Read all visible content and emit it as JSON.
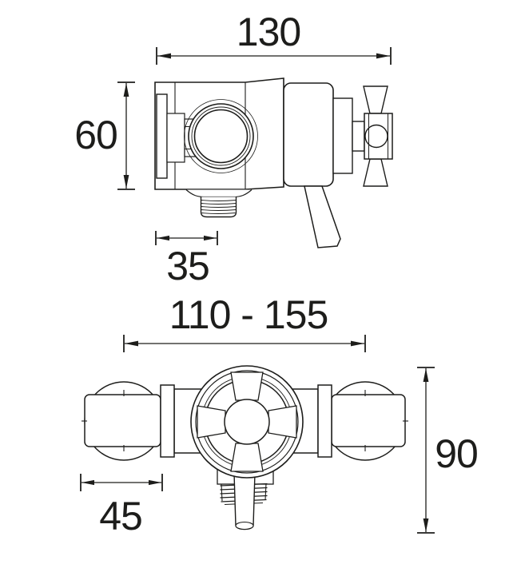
{
  "colors": {
    "line": "#1d1d1b",
    "background": "#ffffff"
  },
  "views": {
    "side": {
      "width_label": "130",
      "height_label": "60",
      "outlet_offset_label": "35"
    },
    "front": {
      "width_range_label": "110 - 155",
      "height_label": "90",
      "offset_label": "45"
    }
  }
}
